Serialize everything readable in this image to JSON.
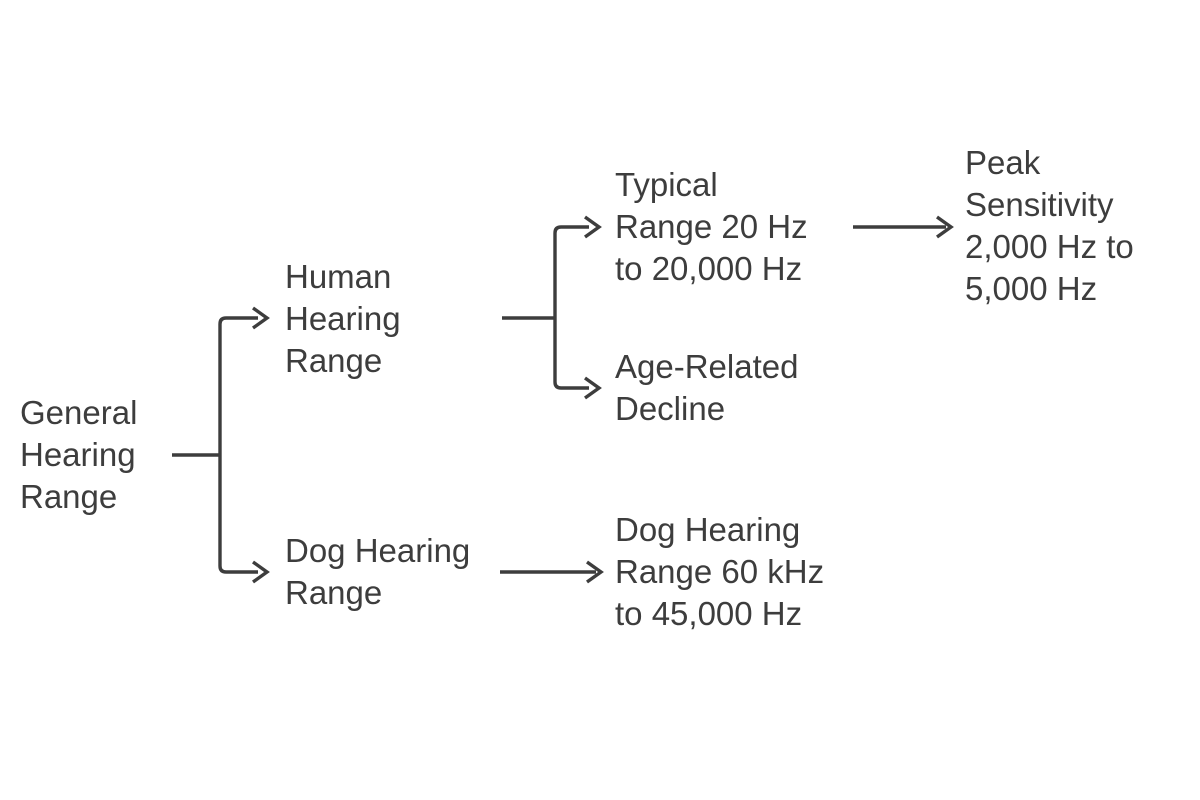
{
  "diagram": {
    "kind": "tree-flowchart",
    "background_color": "#ffffff",
    "text_color": "#3d3d3d",
    "line_color": "#3d3d3d",
    "nodes": {
      "general": {
        "label": "General\nHearing\nRange"
      },
      "human": {
        "label": "Human\nHearing\nRange"
      },
      "dog": {
        "label": "Dog Hearing\nRange"
      },
      "typical": {
        "label": "Typical\nRange 20 Hz\nto 20,000 Hz"
      },
      "age": {
        "label": "Age-Related\nDecline"
      },
      "peak": {
        "label": "Peak\nSensitivity\n2,000 Hz to\n5,000 Hz"
      },
      "dog_range": {
        "label": "Dog Hearing\nRange 60 kHz\nto 45,000 Hz"
      }
    },
    "edges": [
      {
        "from": "general",
        "to": "human"
      },
      {
        "from": "general",
        "to": "dog"
      },
      {
        "from": "human",
        "to": "typical"
      },
      {
        "from": "human",
        "to": "age"
      },
      {
        "from": "typical",
        "to": "peak"
      },
      {
        "from": "dog",
        "to": "dog_range"
      }
    ]
  }
}
